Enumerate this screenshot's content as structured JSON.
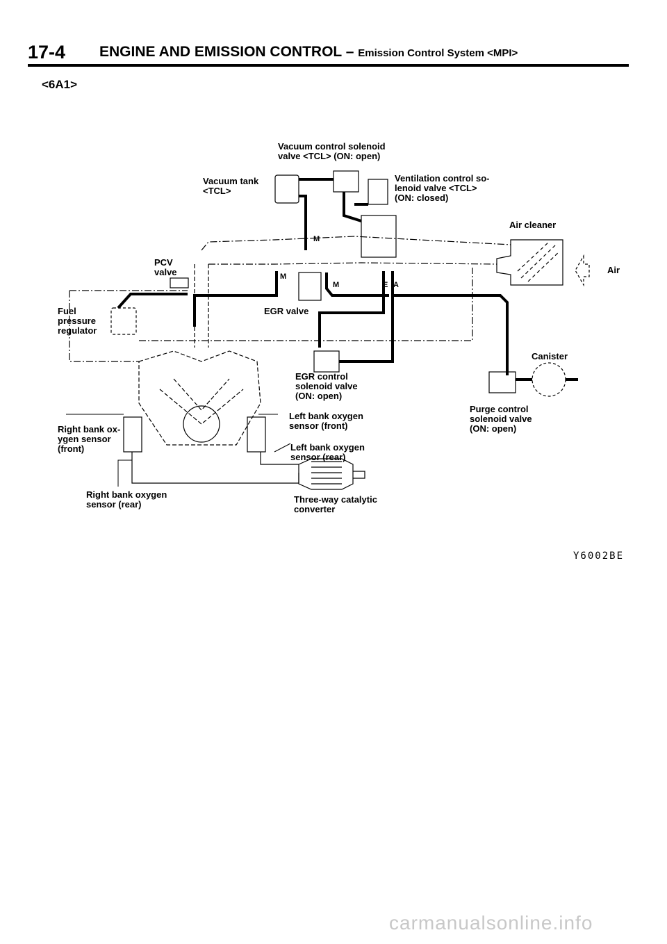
{
  "header": {
    "page_number": "17-4",
    "title": "ENGINE AND EMISSION CONTROL",
    "dash": "–",
    "subtitle": "Emission Control System <MPI>"
  },
  "variant": "<6A1>",
  "labels": {
    "vacuum_control_solenoid": "Vacuum control solenoid\nvalve <TCL> (ON: open)",
    "vacuum_tank": "Vacuum  tank\n<TCL>",
    "ventilation_control": "Ventilation control so-\nlenoid  valve  <TCL>\n(ON: closed)",
    "air_cleaner": "Air cleaner",
    "air": "Air",
    "pcv_valve": "PCV\nvalve",
    "fuel_pressure_regulator": "Fuel\npressure\nregulator",
    "egr_valve": "EGR valve",
    "egr_control_solenoid": "EGR    control\nsolenoid valve\n(ON: open)",
    "canister": "Canister",
    "purge_control": "Purge   control\nsolenoid  valve\n(ON: open)",
    "left_o2_front": "Left bank oxygen\nsensor  (front)",
    "left_o2_rear": "Left bank oxygen\nsensor  (rear)",
    "right_o2_front": "Right bank ox-\nygen    sensor\n(front)",
    "right_o2_rear": "Right bank oxygen\nsensor  (rear)",
    "catalytic_converter": "Three-way catalytic\nconverter"
  },
  "markers": {
    "m1": "M",
    "m2": "M",
    "m3": "M",
    "e": "E",
    "a": "A"
  },
  "figure_code": "Y6002BE",
  "footer": "carmanualsonline.info"
}
